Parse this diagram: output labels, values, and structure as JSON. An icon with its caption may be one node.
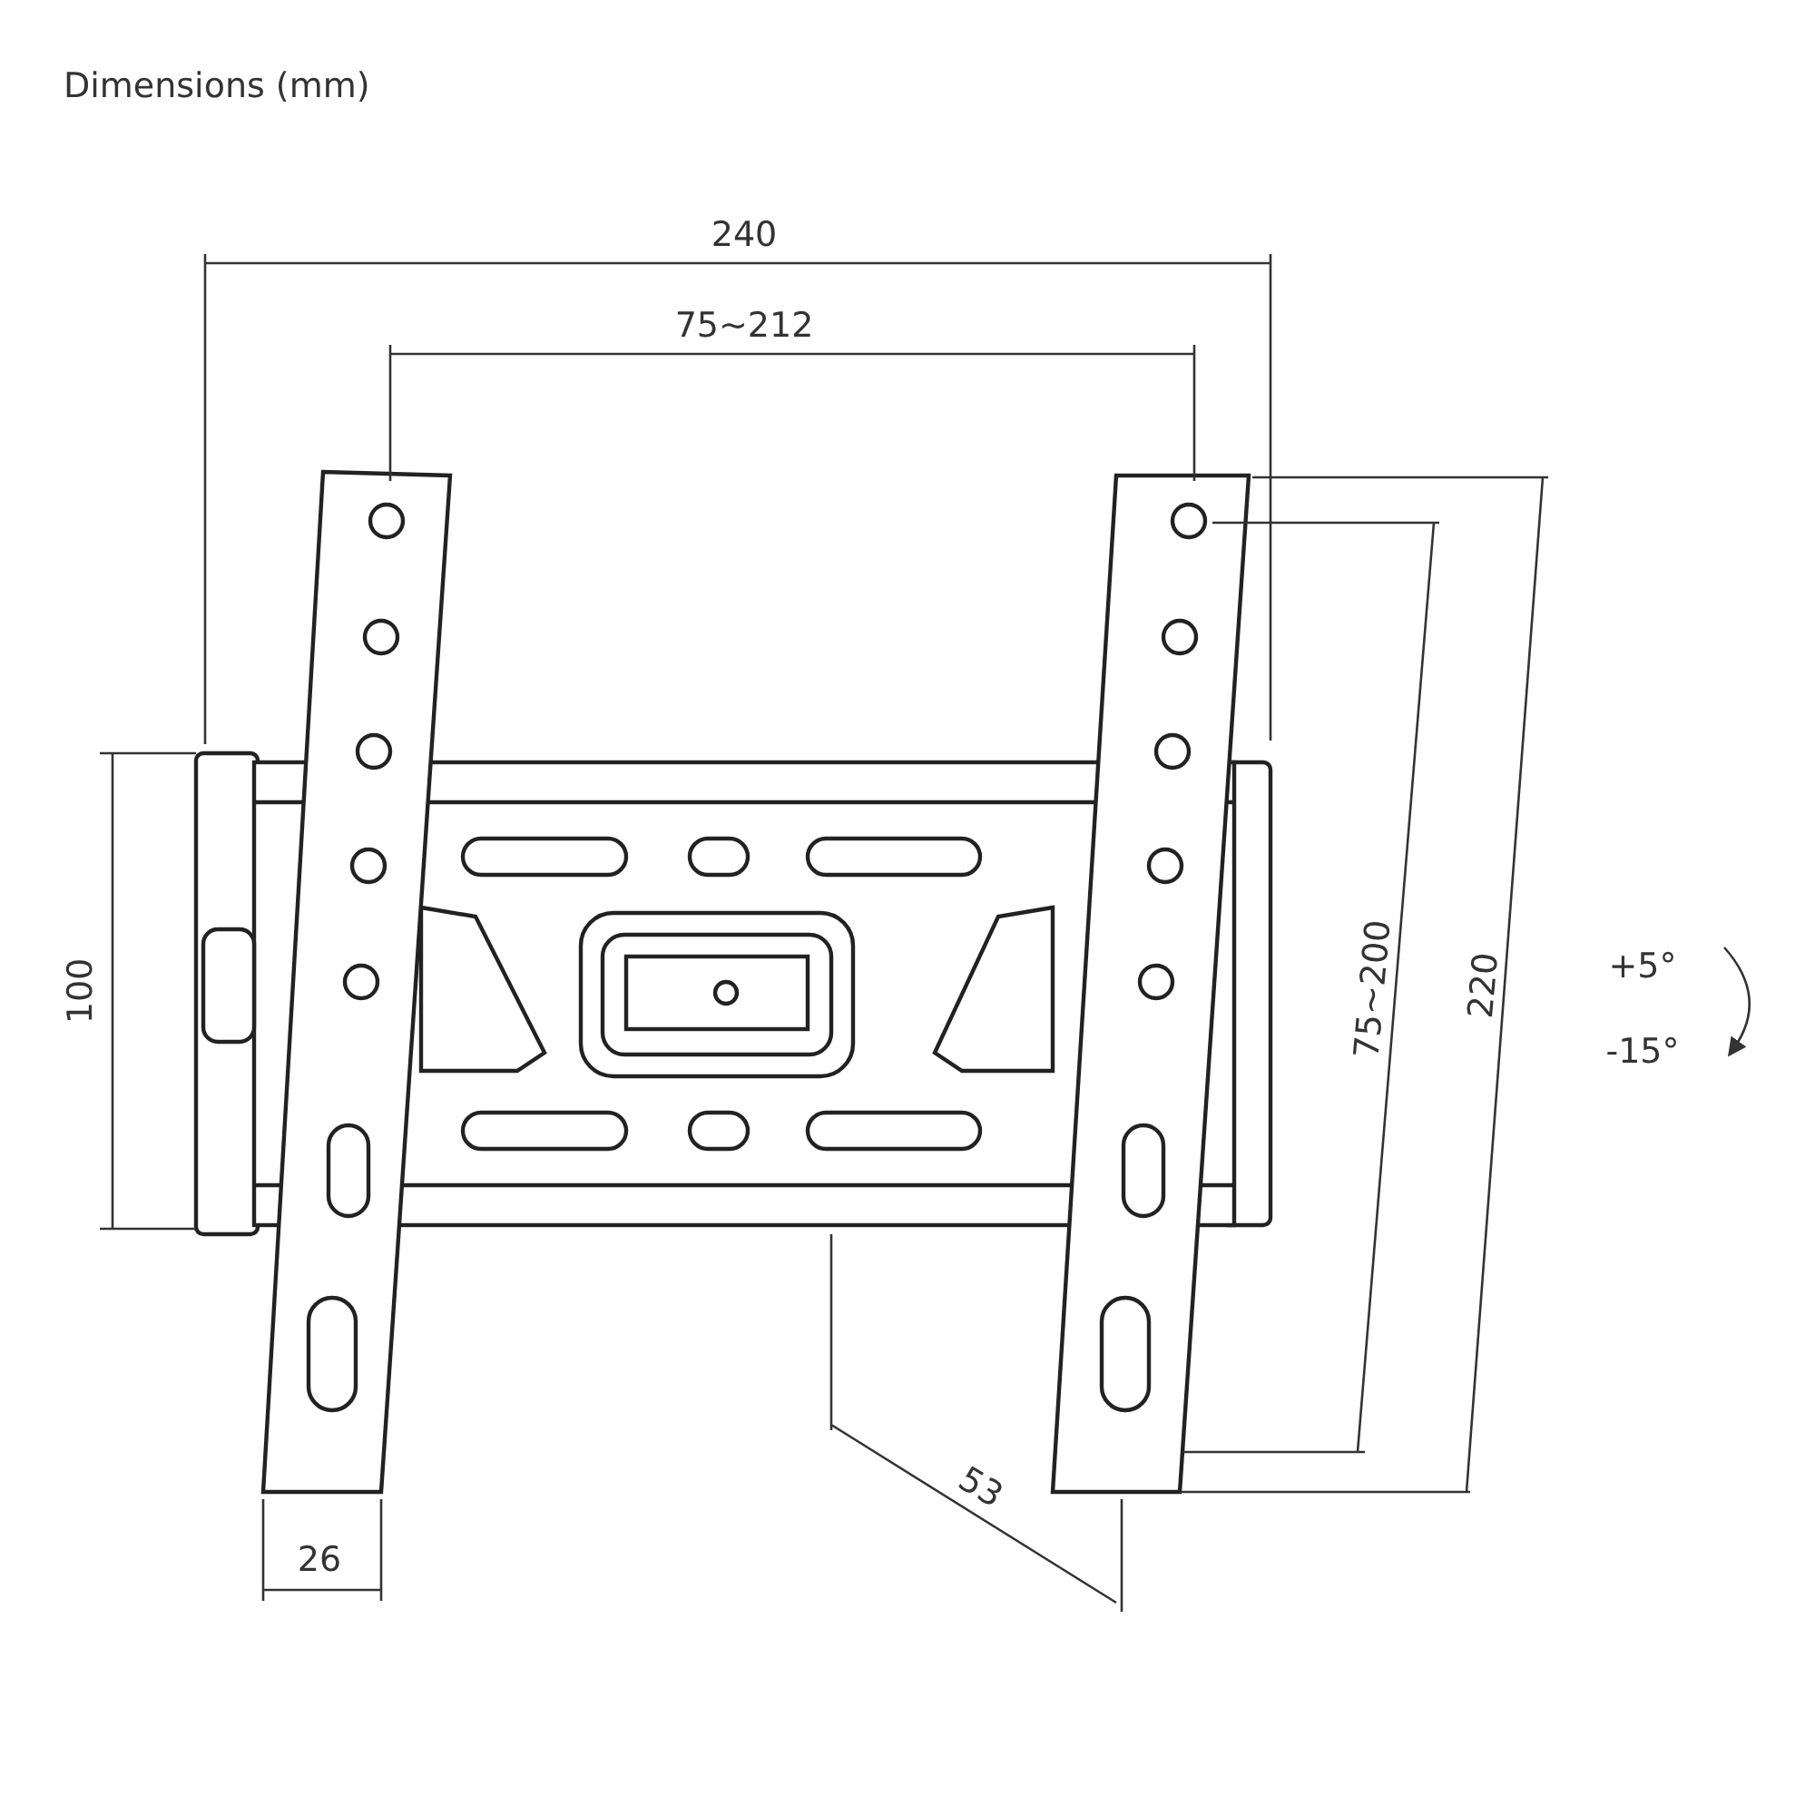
{
  "diagram": {
    "title": "Dimensions (mm)",
    "labels": [
      "240",
      "75~212",
      "100",
      "75~200",
      "220",
      "+5°",
      "-15°",
      "53",
      "26"
    ]
  }
}
